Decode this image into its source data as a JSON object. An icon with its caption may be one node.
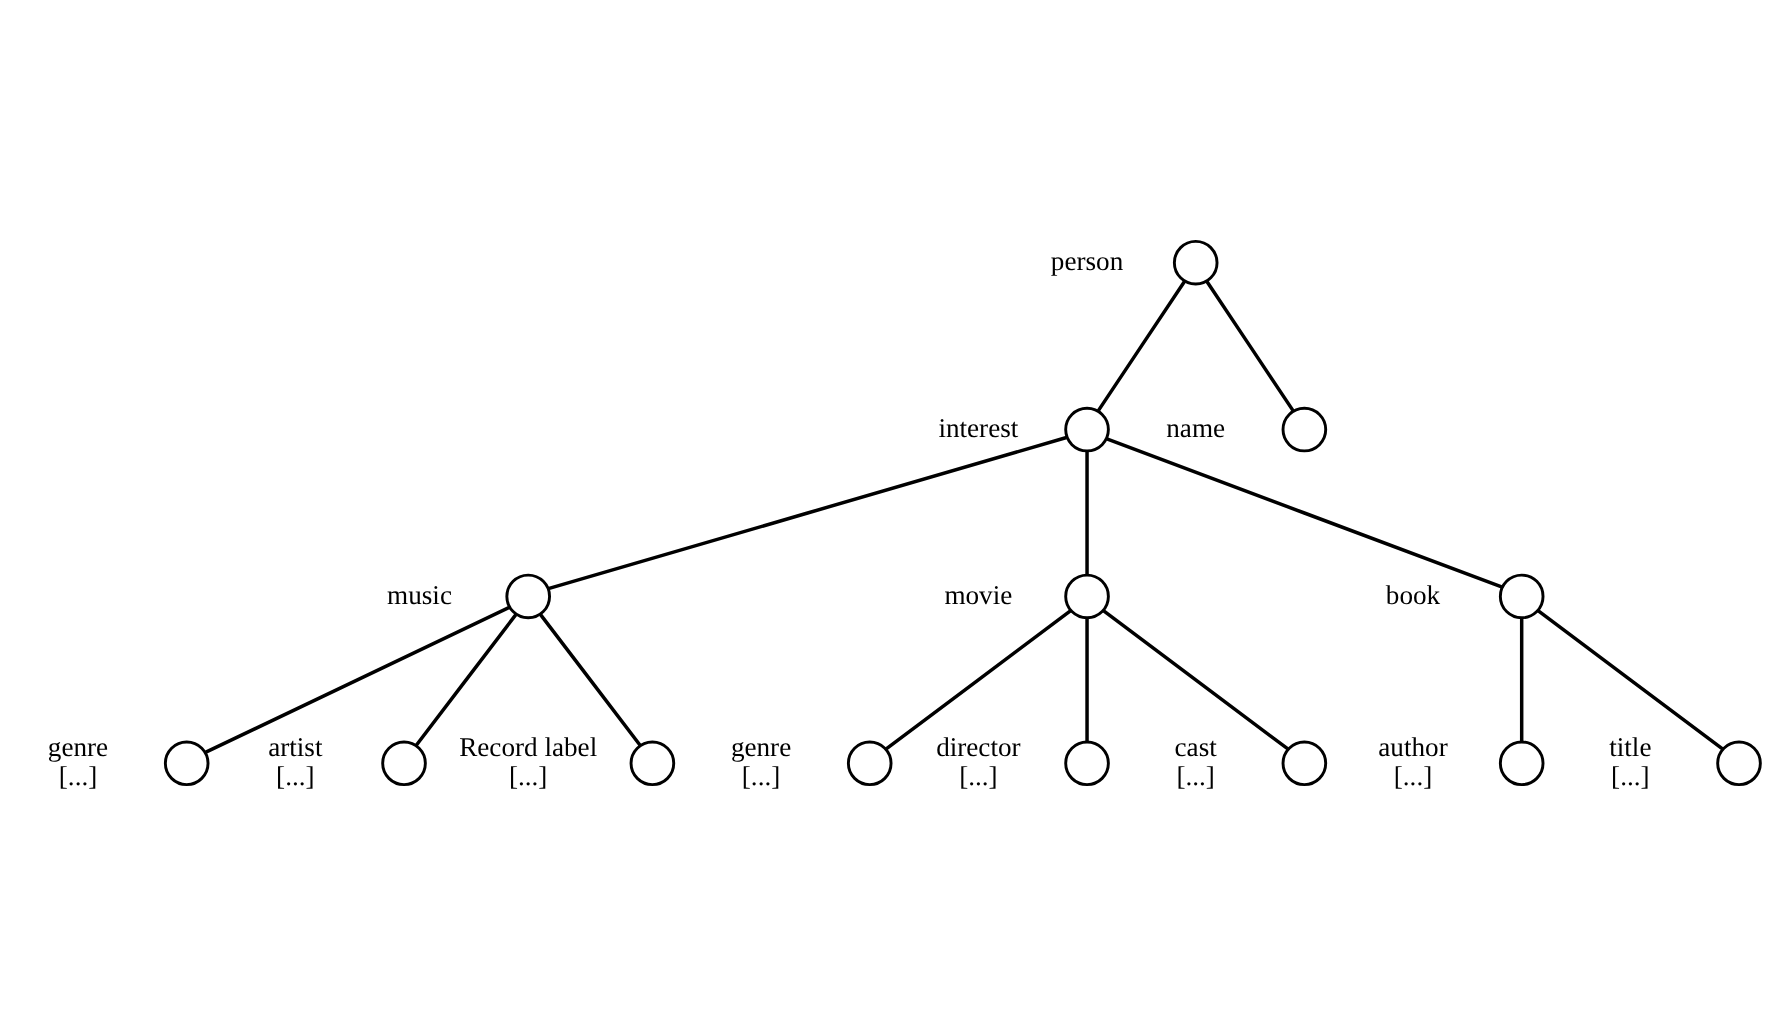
{
  "diagram": {
    "nodes": [
      {
        "text": [],
        "shape": "circle",
        "beside": [
          "person"
        ]
      },
      {
        "text": [],
        "shape": "circle",
        "beside": [
          "interest"
        ]
      },
      {
        "text": [],
        "shape": "circle",
        "beside": [
          "name"
        ]
      },
      {
        "text": [],
        "shape": "circle",
        "beside": [
          "music"
        ]
      },
      {
        "text": [],
        "shape": "circle",
        "beside": [
          "movie"
        ]
      },
      {
        "text": [],
        "shape": "circle",
        "beside": [
          "book"
        ]
      },
      {
        "text": [],
        "shape": "circle",
        "beside": [
          "genre",
          "[...]"
        ]
      },
      {
        "text": [],
        "shape": "circle",
        "beside": [
          "artist",
          "[...]"
        ]
      },
      {
        "text": [],
        "shape": "circle",
        "beside": [
          "Record label",
          "[...]"
        ]
      },
      {
        "text": [],
        "shape": "circle",
        "beside": [
          "genre",
          "[...]"
        ]
      },
      {
        "text": [],
        "shape": "circle",
        "beside": [
          "director",
          "[...]"
        ]
      },
      {
        "text": [],
        "shape": "circle",
        "beside": [
          "cast",
          "[...]"
        ]
      },
      {
        "text": [],
        "shape": "circle",
        "beside": [
          "author",
          "[...]"
        ]
      },
      {
        "text": [],
        "shape": "circle",
        "beside": [
          "title",
          "[...]"
        ]
      }
    ],
    "edges": [
      {
        "from": 0,
        "to": 1,
        "arrow": "none"
      },
      {
        "from": 0,
        "to": 2,
        "arrow": "none"
      },
      {
        "from": 1,
        "to": 3,
        "arrow": "none"
      },
      {
        "from": 1,
        "to": 4,
        "arrow": "none"
      },
      {
        "from": 1,
        "to": 5,
        "arrow": "none"
      },
      {
        "from": 3,
        "to": 6,
        "arrow": "none"
      },
      {
        "from": 3,
        "to": 7,
        "arrow": "none"
      },
      {
        "from": 3,
        "to": 8,
        "arrow": "none"
      },
      {
        "from": 4,
        "to": 9,
        "arrow": "none"
      },
      {
        "from": 4,
        "to": 10,
        "arrow": "none"
      },
      {
        "from": 4,
        "to": 11,
        "arrow": "none"
      },
      {
        "from": 5,
        "to": 12,
        "arrow": "none"
      },
      {
        "from": 5,
        "to": 13,
        "arrow": "none"
      }
    ]
  }
}
